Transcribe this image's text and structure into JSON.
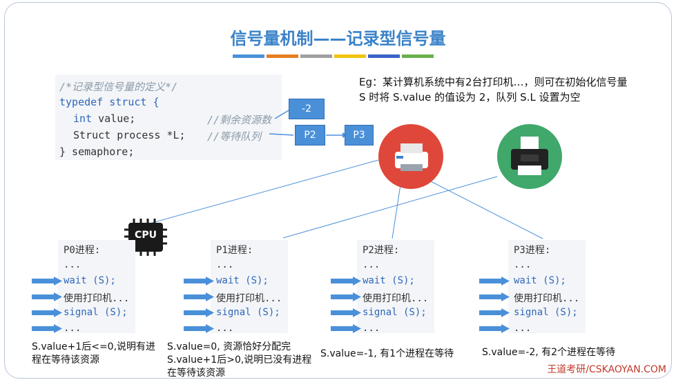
{
  "title": "信号量机制——记录型信号量",
  "stripes": [
    "#4a90d9",
    "#e67e22",
    "#a0a0a0",
    "#f1c40f",
    "#3a63c8",
    "#6ab04c"
  ],
  "code": {
    "comment": "/*记录型信号量的定义*/",
    "line1": "typedef struct {",
    "line2_kw": "int",
    "line2_rest": " value;",
    "line2_comment": "//剩余资源数",
    "line3_rest": "Struct process *L;",
    "line3_comment": "//等待队列",
    "line4": "} semaphore;"
  },
  "value_box": "-2",
  "queue": [
    "P2",
    "P3"
  ],
  "eg_text": "Eg：某计算机系统中有2台打印机…，则可在初始化信号量 S 时将 S.value 的值设为 2，队列 S.L 设置为空",
  "cpu_label": "CPU",
  "processes": [
    {
      "name": "P0进程:",
      "l1": "...",
      "wait": "wait (S);",
      "use": "使用打印机...",
      "signal": "signal (S);",
      "l5": "...",
      "note": "S.value+1后<=0,说明有进程在等待该资源"
    },
    {
      "name": "P1进程:",
      "l1": "...",
      "wait": "wait (S);",
      "use": "使用打印机...",
      "signal": "signal (S);",
      "l5": "...",
      "note": "S.value=0, 资源恰好分配完\nS.value+1后>0,说明已没有进程在等待该资源"
    },
    {
      "name": "P2进程:",
      "l1": "...",
      "wait": "wait (S);",
      "use": "使用打印机...",
      "signal": "signal (S);",
      "l5": "...",
      "note": "S.value=-1, 有1个进程在等待"
    },
    {
      "name": "P3进程:",
      "l1": "...",
      "wait": "wait (S);",
      "use": "使用打印机...",
      "signal": "signal (S);",
      "l5": "...",
      "note": "S.value=-2, 有2个进程在等待"
    }
  ],
  "footer": "王道考研/CSKAOYAN.COM"
}
